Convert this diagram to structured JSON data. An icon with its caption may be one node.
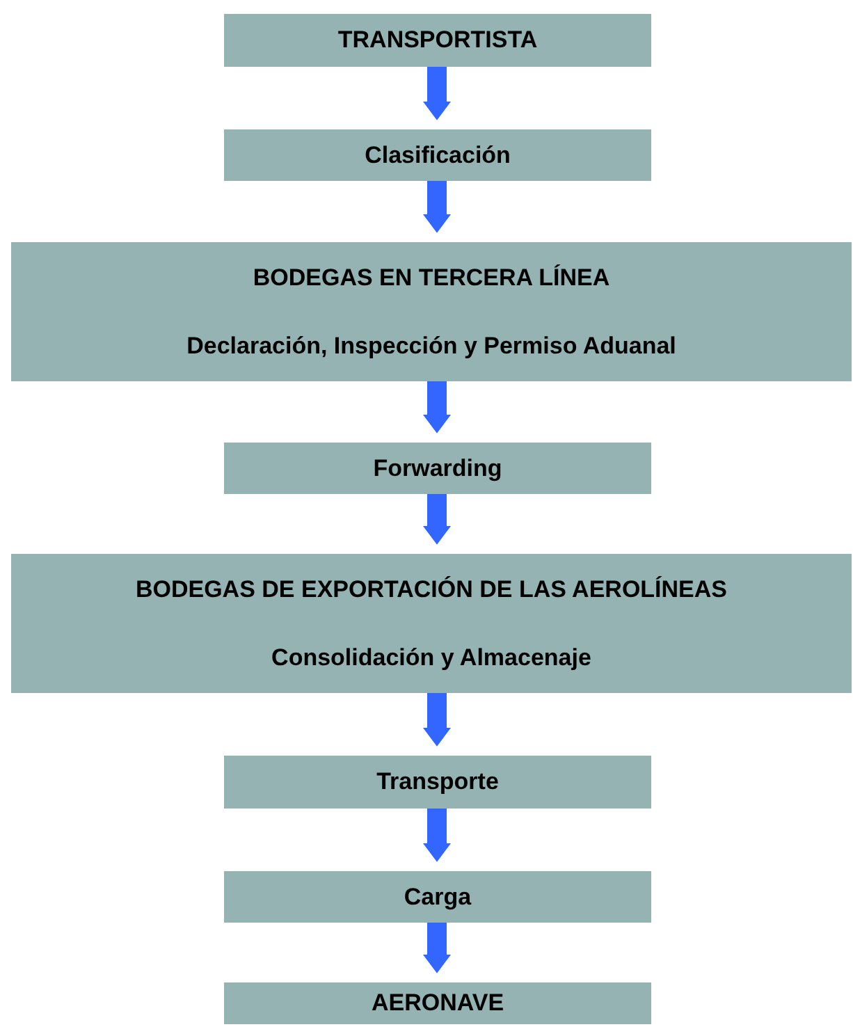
{
  "diagram": {
    "nodes": [
      {
        "text": [
          "TRANSPORTISTA"
        ]
      },
      {
        "text": [
          "Clasificación"
        ]
      },
      {
        "text": [
          "BODEGAS EN TERCERA LÍNEA",
          "Declaración, Inspección y Permiso Aduanal"
        ]
      },
      {
        "text": [
          "Forwarding"
        ]
      },
      {
        "text": [
          "BODEGAS DE EXPORTACIÓN DE LAS AEROLÍNEAS",
          "Consolidación y Almacenaje"
        ]
      },
      {
        "text": [
          "Transporte"
        ]
      },
      {
        "text": [
          "Carga"
        ]
      },
      {
        "text": [
          "AERONAVE"
        ]
      }
    ],
    "edges": [
      {
        "from": 0,
        "to": 1,
        "arrow": "to"
      },
      {
        "from": 1,
        "to": 2,
        "arrow": "to"
      },
      {
        "from": 2,
        "to": 3,
        "arrow": "to"
      },
      {
        "from": 3,
        "to": 4,
        "arrow": "to"
      },
      {
        "from": 4,
        "to": 5,
        "arrow": "to"
      },
      {
        "from": 5,
        "to": 6,
        "arrow": "to"
      },
      {
        "from": 6,
        "to": 7,
        "arrow": "to"
      }
    ]
  }
}
